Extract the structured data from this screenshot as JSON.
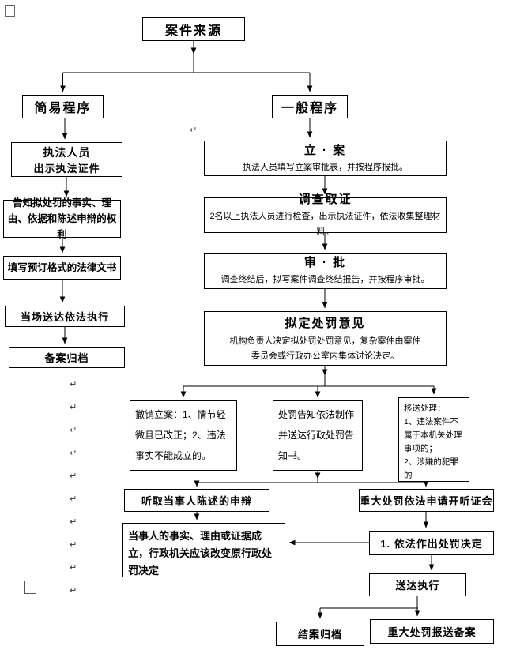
{
  "doc": {
    "source": "案件来源",
    "simple": "简易程序",
    "general": "一般程序",
    "enforcer_title": "执法人员",
    "enforcer_sub": "出示执法证件",
    "inform": "告知拟处罚的事实、理由、依据和陈述申辩的权利",
    "fill_doc": "填写预订格式的法律文书",
    "onspot": "当场送达依法执行",
    "archive": "备案归档",
    "filing_title": "立 · 案",
    "filing_sub": "执法人员填写立案审批表，并按程序报批。",
    "invest_title": "调查取证",
    "invest_sub": "2名以上执法人员进行检查，出示执法证件，依法收集整理材料。",
    "approval_title": "审 · 批",
    "approval_sub": "调查终结后，拟写案件调查终结报告，并按程序审批。",
    "draft_title": "拟定处罚意见",
    "draft_sub1": "机构负责人决定拟处罚处罚意见，复杂案件由案件",
    "draft_sub2": "委员会或行政办公室内集体讨论决定。",
    "revoke": "撤销立案：1、情节轻微且已改正；2、违法事实不能成立的。",
    "notify": "处罚告知依法制作并送达行政处罚告知书。",
    "transfer_l1": "移送处理：",
    "transfer_l2": "1、违法案件不属于本机关处理事项的；",
    "transfer_l3": "2、涉嫌的犯罪的",
    "hear": "听取当事人陈述的申辩",
    "hearing": "重大处罚依法申请开听证会",
    "revise": "当事人的事实、理由或证据成立，行政机关应该改变原行政处罚决定",
    "decide": "1.  依法作出处罚决定",
    "deliver": "送达执行",
    "close": "结案归档",
    "report": "重大处罚报送备案",
    "mark_return": "↵"
  }
}
